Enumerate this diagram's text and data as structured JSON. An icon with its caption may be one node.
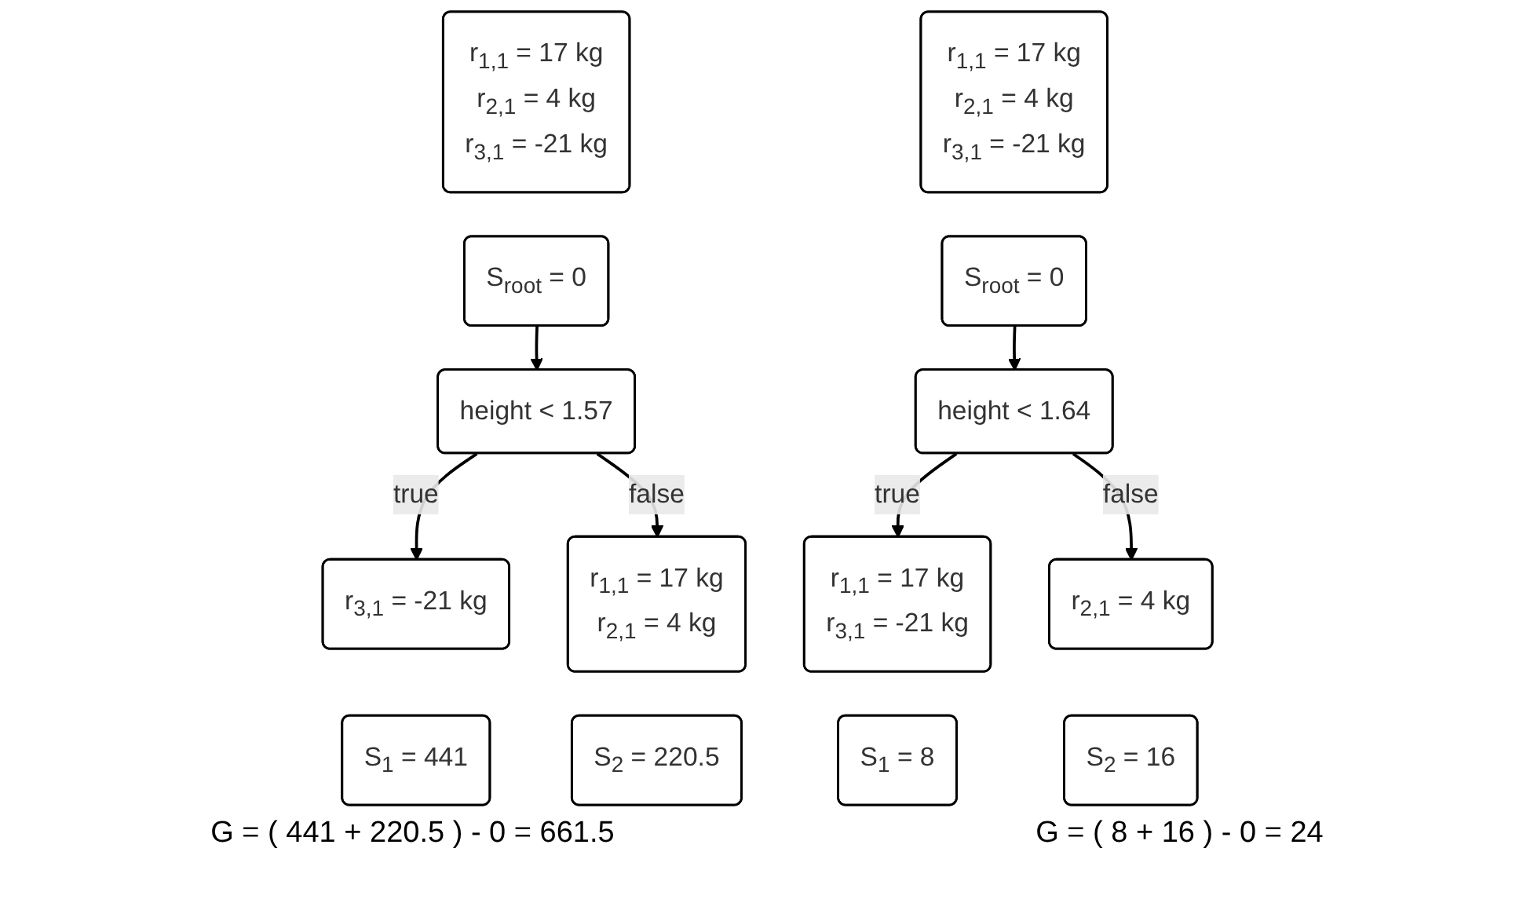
{
  "diagram": {
    "nodes": [
      {
        "text": [
          "r$_{1,1}$ = 17 kg",
          "r$_{2,1}$ = 4 kg",
          "r$_{3,1}$ = -21 kg"
        ]
      },
      {
        "text": [
          "S$_{root}$ = 0"
        ]
      },
      {
        "text": [
          "height < 1.57"
        ]
      },
      {
        "text": [
          "r$_{3,1}$ = -21 kg"
        ]
      },
      {
        "text": [
          "S$_{1}$ = 441"
        ]
      },
      {
        "text": [
          "r$_{1,1}$ = 17 kg",
          "r$_{2,1}$ = 4 kg"
        ]
      },
      {
        "text": [
          "S$_{2}$ = 220.5"
        ]
      },
      {
        "text": [
          "r$_{1,1}$ = 17 kg",
          "r$_{2,1}$ = 4 kg",
          "r$_{3,1}$ = -21 kg"
        ]
      },
      {
        "text": [
          "S$_{root}$ = 0"
        ]
      },
      {
        "text": [
          "height < 1.64"
        ]
      },
      {
        "text": [
          "r$_{1,1}$ = 17 kg",
          "r$_{3,1}$ = -21 kg"
        ]
      },
      {
        "text": [
          "S$_{1}$ = 8"
        ]
      },
      {
        "text": [
          "r$_{2,1}$ = 4 kg"
        ]
      },
      {
        "text": [
          "S$_{2}$ = 16"
        ]
      }
    ],
    "edges": [
      {
        "from": 1,
        "to": 2,
        "arrow": "to"
      },
      {
        "from": 2,
        "to": 3,
        "label": "true",
        "arrow": "to"
      },
      {
        "from": 2,
        "to": 5,
        "label": "false",
        "arrow": "to"
      },
      {
        "from": 8,
        "to": 9,
        "arrow": "to"
      },
      {
        "from": 9,
        "to": 10,
        "label": "true",
        "arrow": "to"
      },
      {
        "from": 9,
        "to": 12,
        "label": "false",
        "arrow": "to"
      }
    ],
    "labels": [
      "G = ( 441 + 220.5 ) - 0 = 661.5",
      "G = ( 8 + 16 ) - 0 = 24"
    ]
  }
}
